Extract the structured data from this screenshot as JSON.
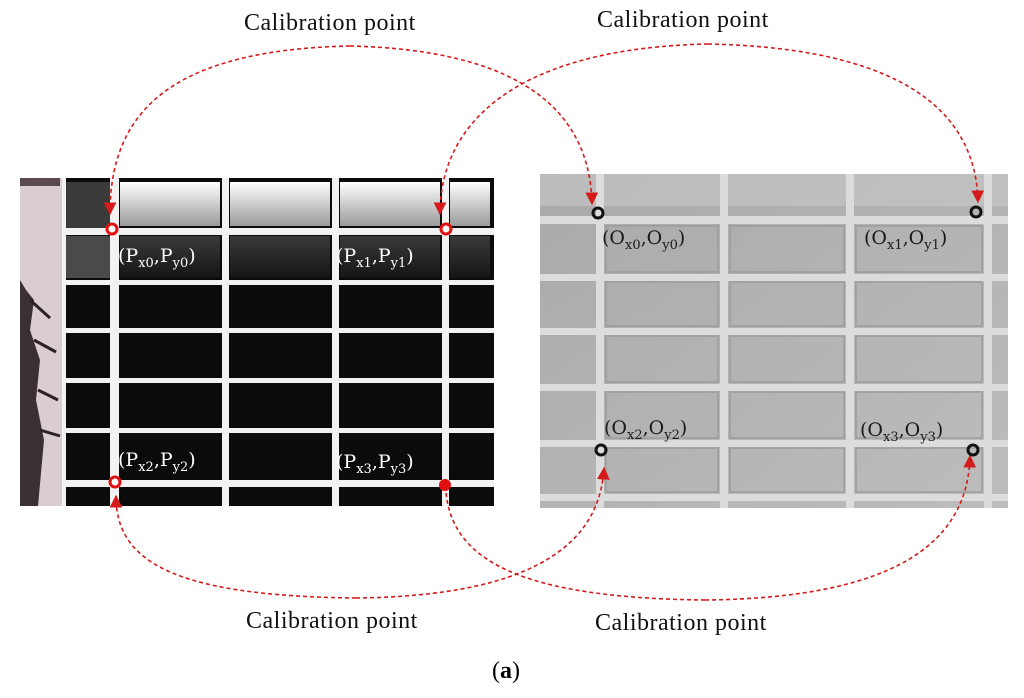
{
  "captions": {
    "top_left": "Calibration point",
    "top_right": "Calibration point",
    "bottom_left": "Calibration point",
    "bottom_right": "Calibration point"
  },
  "figure_label": {
    "open": "(",
    "letter": "a",
    "close": ")"
  },
  "left_image": {
    "description_colors": {
      "marker": "#e01010",
      "grid": "#f2f2f2",
      "window": "#0b0b0b"
    },
    "points": [
      {
        "var": "P",
        "sx": "x0",
        "sy": "y0"
      },
      {
        "var": "P",
        "sx": "x1",
        "sy": "y1"
      },
      {
        "var": "P",
        "sx": "x2",
        "sy": "y2"
      },
      {
        "var": "P",
        "sx": "x3",
        "sy": "y3"
      }
    ]
  },
  "right_image": {
    "description_colors": {
      "marker": "#111111",
      "panel": "#b5b5b5",
      "grid": "#dcdcdc"
    },
    "points": [
      {
        "var": "O",
        "sx": "x0",
        "sy": "y0"
      },
      {
        "var": "O",
        "sx": "x1",
        "sy": "y1"
      },
      {
        "var": "O",
        "sx": "x2",
        "sy": "y2"
      },
      {
        "var": "O",
        "sx": "x3",
        "sy": "y3"
      }
    ]
  },
  "arrow_color": "#d41a1a"
}
